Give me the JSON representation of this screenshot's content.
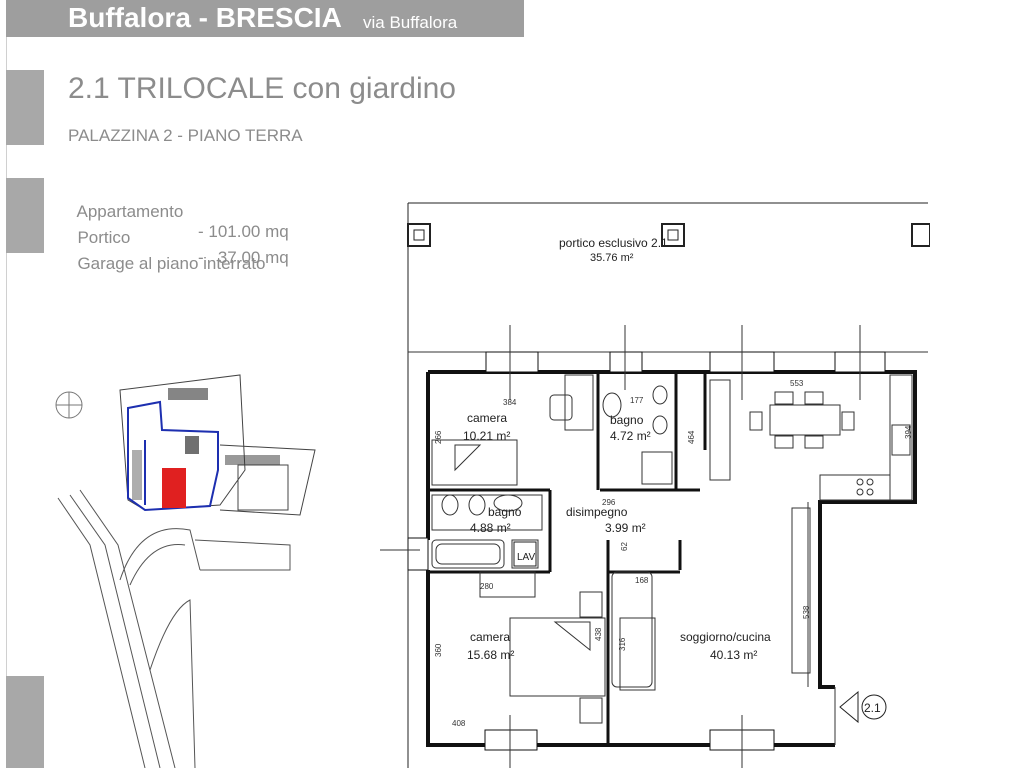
{
  "header": {
    "city": "Buffalora - BRESCIA",
    "street": "via Buffalora"
  },
  "unit": {
    "title": "2.1 TRILOCALE con giardino",
    "subtitle": "PALAZZINA 2 - PIANO TERRA"
  },
  "specs": [
    {
      "label": "Appartamento",
      "value": "- 101.00 mq"
    },
    {
      "label": "Portico",
      "value": "-   37.00 mq"
    },
    {
      "label": "Garage al piano interrato",
      "value": ""
    }
  ],
  "floorplan": {
    "portico_name": "portico esclusivo 2.1",
    "portico_area": "35.76 m²",
    "rooms": [
      {
        "name": "camera",
        "area": "10.21 m²"
      },
      {
        "name": "bagno",
        "area": "4.72 m²"
      },
      {
        "name": "bagno",
        "area": "4.88 m²"
      },
      {
        "name": "disimpegno",
        "area": "3.99 m²"
      },
      {
        "name": "camera",
        "area": "15.68 m²"
      },
      {
        "name": "soggiorno/cucina",
        "area": "40.13 m²"
      }
    ],
    "dims": [
      "384",
      "177",
      "553",
      "266",
      "464",
      "296",
      "280",
      "360",
      "438",
      "316",
      "538",
      "408",
      "168",
      "62",
      "394"
    ],
    "fixture_label": "LAV",
    "unit_marker": "2.1"
  }
}
